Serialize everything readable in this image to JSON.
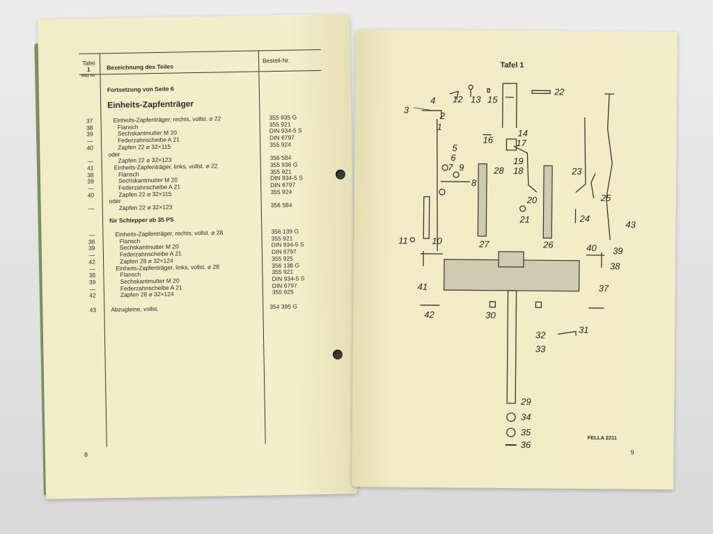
{
  "left_page": {
    "header": {
      "col1_line1": "Tafel",
      "col1_line2": "1",
      "col1_line3": "Bild Nr.",
      "col2": "Bezeichnung des Teiles",
      "col3": "Bestell-Nr."
    },
    "continuation": "Fortsetzung von Seite 6",
    "section_title": "Einheits-Zapfenträger",
    "group1": [
      {
        "nr": "37",
        "desc": "Einheits-Zapfenträger, rechts, vollst. ⌀ 22",
        "order": "355 935  G"
      },
      {
        "nr": "38",
        "desc": "Flansch",
        "order": "355 921"
      },
      {
        "nr": "39",
        "desc": "Sechskantmutter M 20",
        "order": "DIN 934-5 S"
      },
      {
        "nr": "—",
        "desc": "Federzahnscheibe A 21",
        "order": "DIN 6797"
      },
      {
        "nr": "40",
        "desc": "Zapfen 22 ⌀ 32×115",
        "order": "355 924"
      },
      {
        "nr": "",
        "desc": "oder",
        "order": ""
      },
      {
        "nr": "—",
        "desc": "Zapfen 22 ⌀ 32×123",
        "order": "356 584"
      },
      {
        "nr": "41",
        "desc": "Einheits-Zapfenträger, links, vollst. ⌀ 22",
        "order": "355 936  G"
      },
      {
        "nr": "38",
        "desc": "Flansch",
        "order": "355 921"
      },
      {
        "nr": "39",
        "desc": "Sechskantmutter M 20",
        "order": "DIN 934-5 S"
      },
      {
        "nr": "—",
        "desc": "Federzahnscheibe A 21",
        "order": "DIN 6797"
      },
      {
        "nr": "40",
        "desc": "Zapfen 22 ⌀ 32×115",
        "order": "355 924"
      },
      {
        "nr": "",
        "desc": "oder",
        "order": ""
      },
      {
        "nr": "—",
        "desc": "Zapfen 22 ⌀ 32×123",
        "order": "356 584"
      }
    ],
    "subsection_title": "für Schlepper ab 35 PS",
    "group2": [
      {
        "nr": "—",
        "desc": "Einheits-Zapfenträger, rechts, vollst. ⌀ 28",
        "order": "356 139  G"
      },
      {
        "nr": "38",
        "desc": "Flansch",
        "order": "355 921"
      },
      {
        "nr": "39",
        "desc": "Sechskantmutter M 20",
        "order": "DIN 934-5 S"
      },
      {
        "nr": "—",
        "desc": "Federzahnscheibe A 21",
        "order": "DIN 6797"
      },
      {
        "nr": "42",
        "desc": "Zapfen 28 ⌀ 32×124",
        "order": "355 925"
      },
      {
        "nr": "—",
        "desc": "Einheits-Zapfenträger, links, vollst. ⌀ 28",
        "order": "356 138  G"
      },
      {
        "nr": "38",
        "desc": "Flansch",
        "order": "355 921"
      },
      {
        "nr": "39",
        "desc": "Sechskantmutter M 20",
        "order": "DIN 934-5 S"
      },
      {
        "nr": "—",
        "desc": "Federzahnscheibe A 21",
        "order": "DIN 6797"
      },
      {
        "nr": "42",
        "desc": "Zapfen 28 ⌀ 32×124",
        "order": "355 925"
      }
    ],
    "last_item": {
      "nr": "43",
      "desc": "Abzugleine, vollst.",
      "order": "354 395  G"
    },
    "page_number": "8"
  },
  "right_page": {
    "title": "Tafel 1",
    "labels": [
      "1",
      "2",
      "3",
      "4",
      "5",
      "6",
      "7",
      "8",
      "9",
      "10",
      "11",
      "12",
      "13",
      "14",
      "15",
      "16",
      "17",
      "18",
      "19",
      "20",
      "21",
      "22",
      "23",
      "24",
      "25",
      "26",
      "27",
      "28",
      "29",
      "30",
      "31",
      "32",
      "33",
      "34",
      "35",
      "36",
      "37",
      "38",
      "39",
      "40",
      "41",
      "42",
      "43"
    ],
    "footer_code": "FELLA 2211",
    "page_number": "9"
  }
}
